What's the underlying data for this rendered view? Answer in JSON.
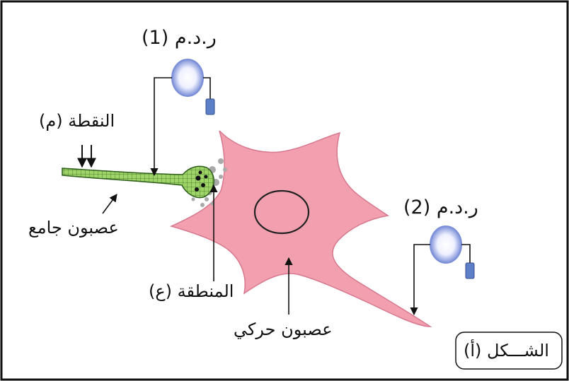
{
  "labels": {
    "recorder_1": "ر.د.م (1)",
    "recorder_2": "ر.د.م (2)",
    "point": "النقطة (م)",
    "sensory_neuron": "عصبون جامع",
    "region": "المنطقة (ع)",
    "motor_neuron": "عصبون حركي",
    "figure": "الشـــكل (أ)"
  },
  "colors": {
    "motor_neuron_fill": "#f2a0b0",
    "motor_neuron_stroke": "#d7788e",
    "sensory_axon_fill": "#9ed468",
    "sensory_axon_stroke": "#2f5d1c",
    "recorder_glow": "#7b8fd8",
    "electrode_blue": "#5d7fc7",
    "line": "#111111"
  }
}
